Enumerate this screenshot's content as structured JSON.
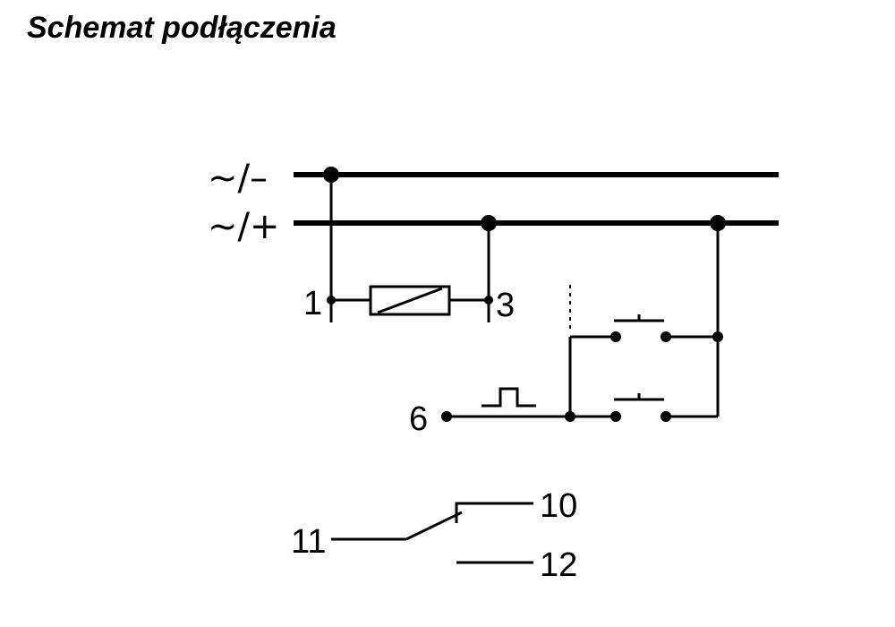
{
  "title": "Schemat podłączenia",
  "supply": {
    "neg_label": "~/–",
    "pos_label": "~/+"
  },
  "terminals": {
    "t1": "1",
    "t3": "3",
    "t6": "6",
    "t10": "10",
    "t11": "11",
    "t12": "12"
  },
  "colors": {
    "line": "#000000",
    "background": "#ffffff"
  }
}
